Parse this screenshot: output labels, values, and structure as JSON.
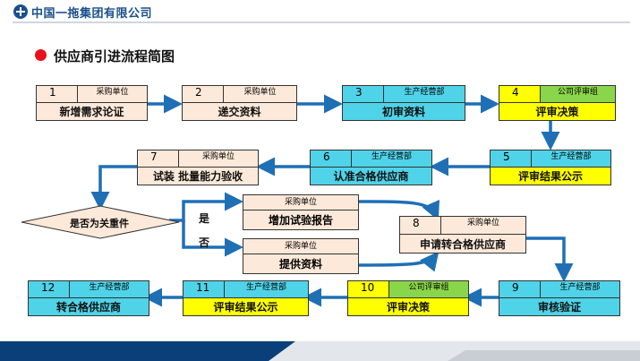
{
  "header": {
    "company": "中国一拖集团有限公司"
  },
  "title": "供应商引进流程简图",
  "steps": [
    {
      "num": "1",
      "dept": "采购单位",
      "label": "新增需求论证"
    },
    {
      "num": "2",
      "dept": "采购单位",
      "label": "递交资料"
    },
    {
      "num": "3",
      "dept": "生产经营部",
      "label": "初审资料"
    },
    {
      "num": "4",
      "dept": "公司评审组",
      "label": "评审决策"
    },
    {
      "num": "5",
      "dept": "生产经营部",
      "label": "评审结果公示"
    },
    {
      "num": "6",
      "dept": "生产经营部",
      "label": "认准合格供应商"
    },
    {
      "num": "7",
      "dept": "采购单位",
      "label": "试装  批量能力验收"
    },
    {
      "num": "8",
      "dept": "采购单位",
      "label": "申请转合格供应商"
    },
    {
      "num": "9",
      "dept": "生产经营部",
      "label": "审核验证"
    },
    {
      "num": "10",
      "dept": "公司评审组",
      "label": "评审决策"
    },
    {
      "num": "11",
      "dept": "生产经营部",
      "label": "评审结果公示"
    },
    {
      "num": "12",
      "dept": "生产经营部",
      "label": "转合格供应商"
    }
  ],
  "decision": {
    "label": "是否为关重件",
    "yes": "是",
    "no": "否"
  },
  "branch_yes": {
    "dept": "采购单位",
    "label": "增加试验报告"
  },
  "branch_no": {
    "dept": "采购单位",
    "label": "提供资料"
  }
}
